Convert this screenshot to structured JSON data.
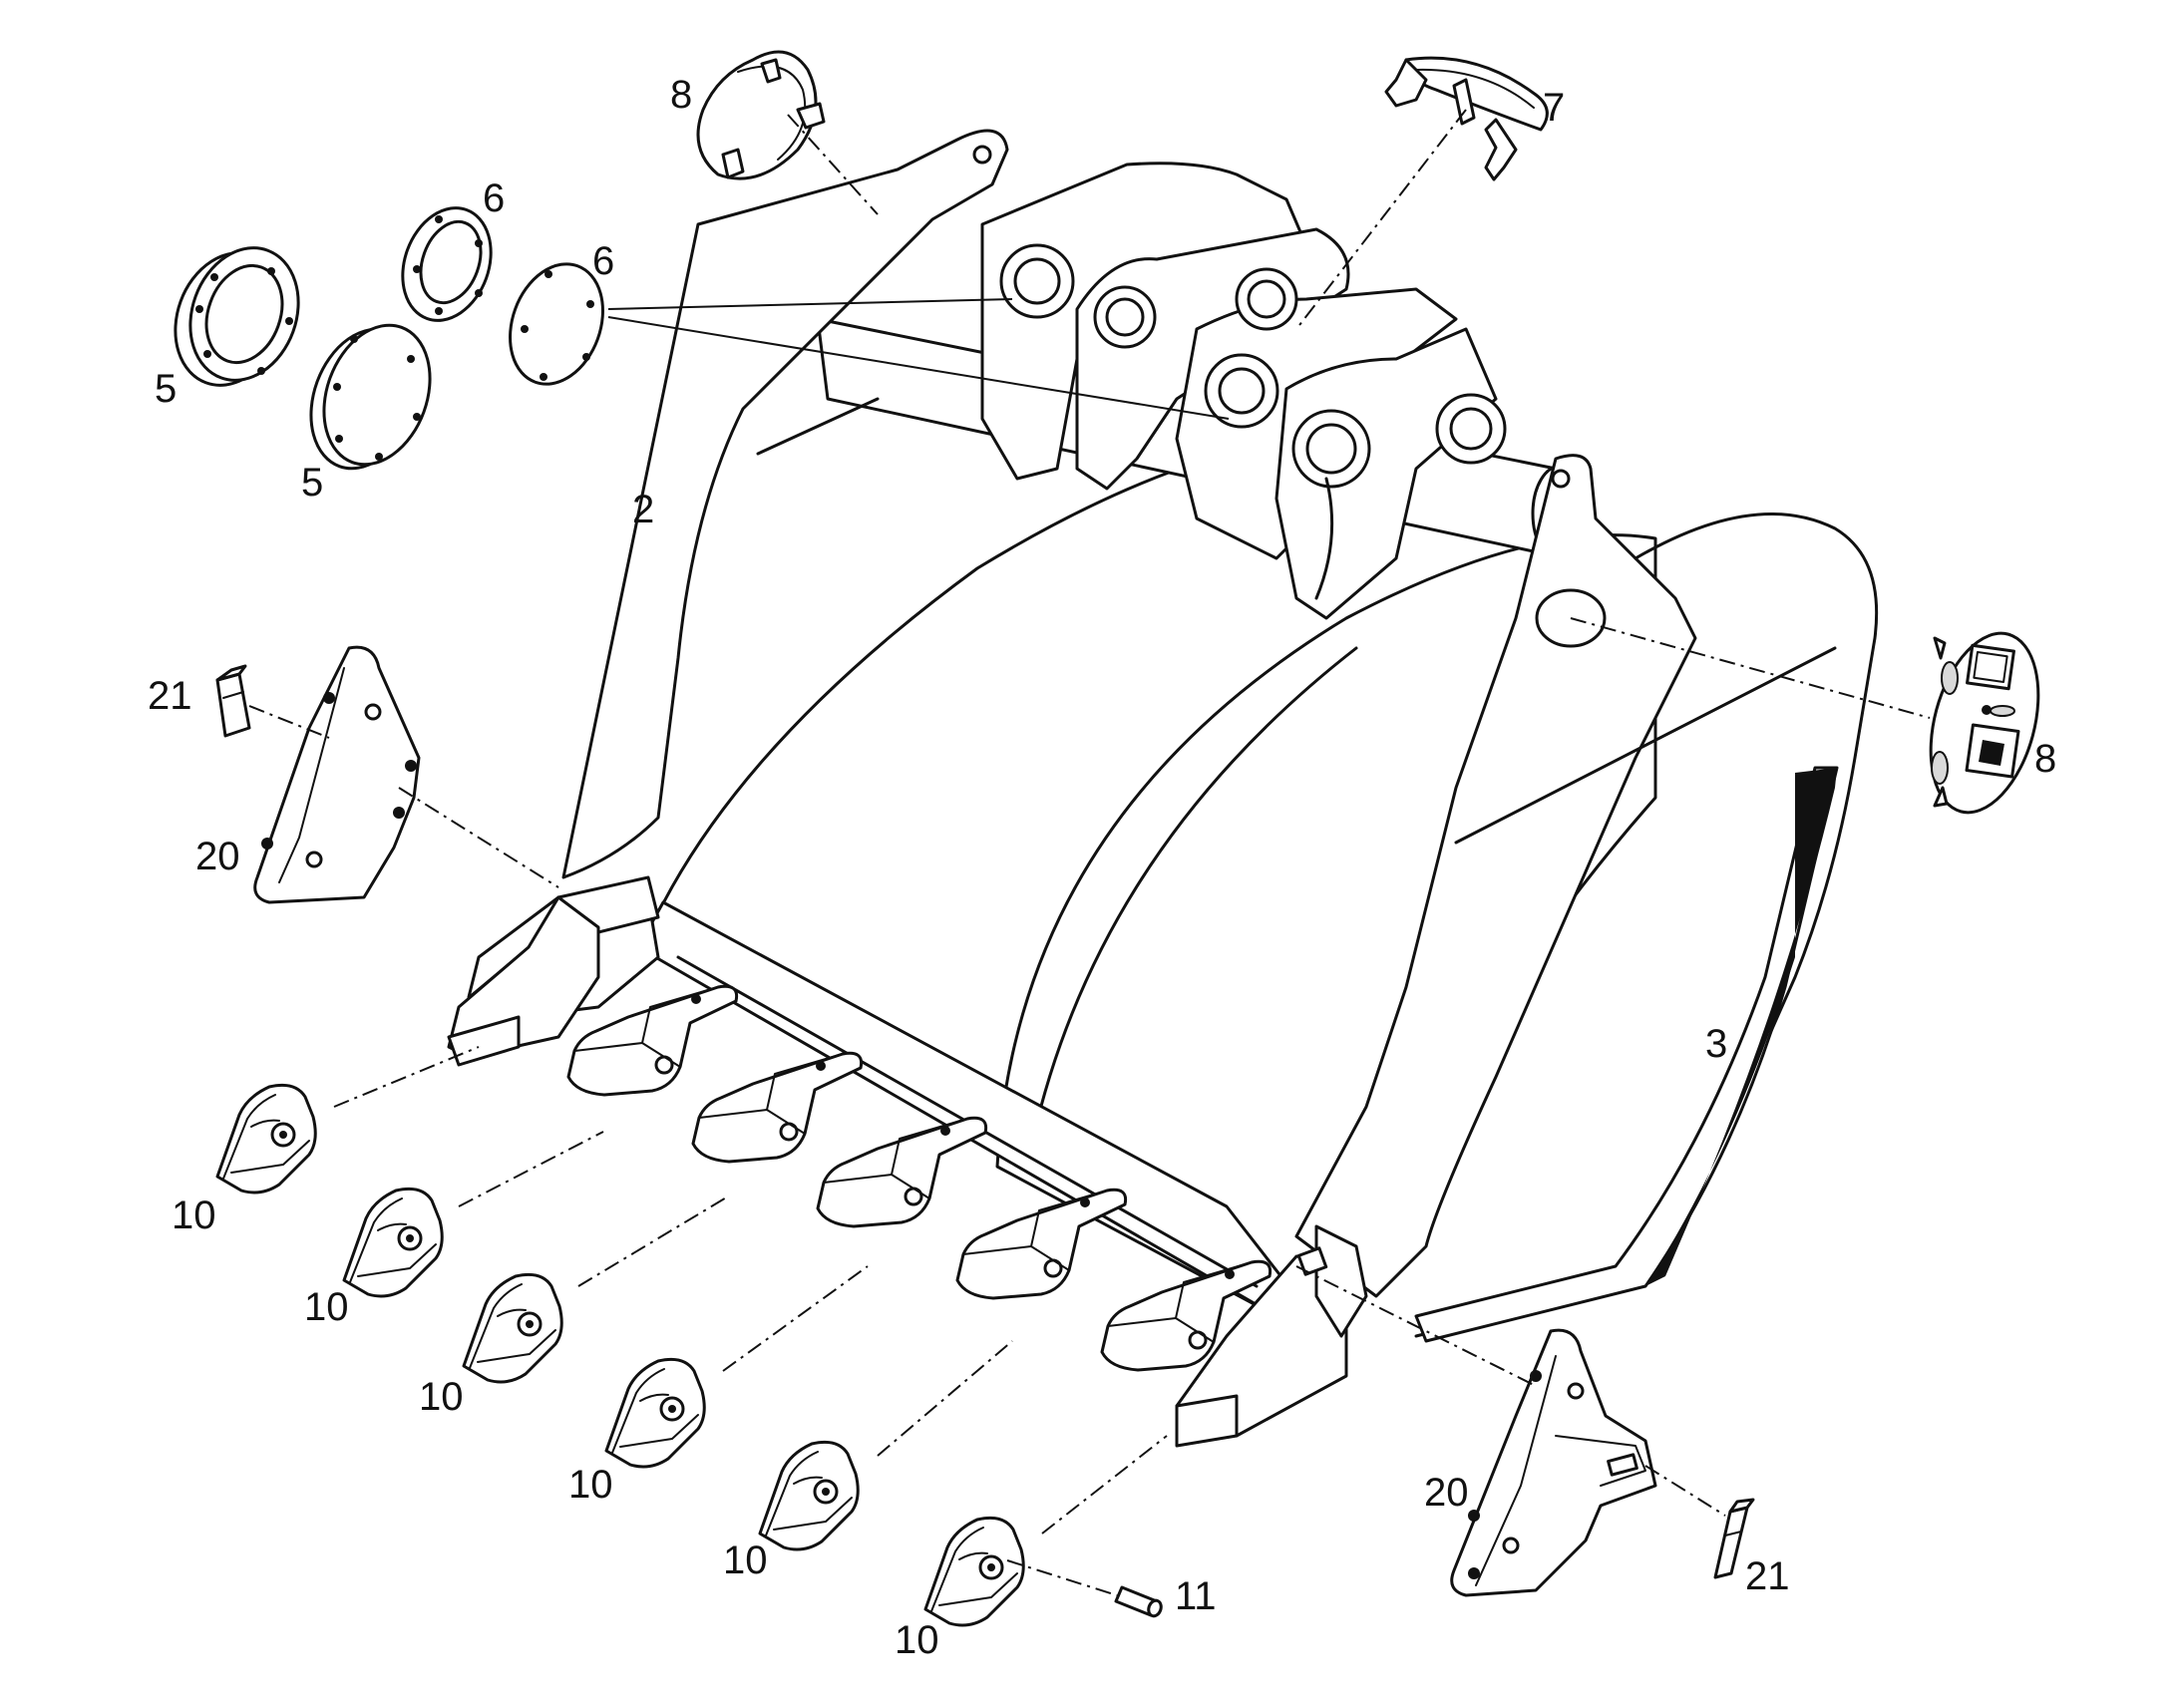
{
  "diagram": {
    "callouts": [
      {
        "id": "c5a",
        "text": "5"
      },
      {
        "id": "c5b",
        "text": "5"
      },
      {
        "id": "c6a",
        "text": "6"
      },
      {
        "id": "c6b",
        "text": "6"
      },
      {
        "id": "c8a",
        "text": "8"
      },
      {
        "id": "c7",
        "text": "7"
      },
      {
        "id": "c2",
        "text": "2"
      },
      {
        "id": "c21a",
        "text": "21"
      },
      {
        "id": "c20a",
        "text": "20"
      },
      {
        "id": "c8b",
        "text": "8"
      },
      {
        "id": "c3",
        "text": "3"
      },
      {
        "id": "c10a",
        "text": "10"
      },
      {
        "id": "c10b",
        "text": "10"
      },
      {
        "id": "c10c",
        "text": "10"
      },
      {
        "id": "c10d",
        "text": "10"
      },
      {
        "id": "c10e",
        "text": "10"
      },
      {
        "id": "c10f",
        "text": "10"
      },
      {
        "id": "c11",
        "text": "11"
      },
      {
        "id": "c20b",
        "text": "20"
      },
      {
        "id": "c21b",
        "text": "21"
      }
    ]
  }
}
